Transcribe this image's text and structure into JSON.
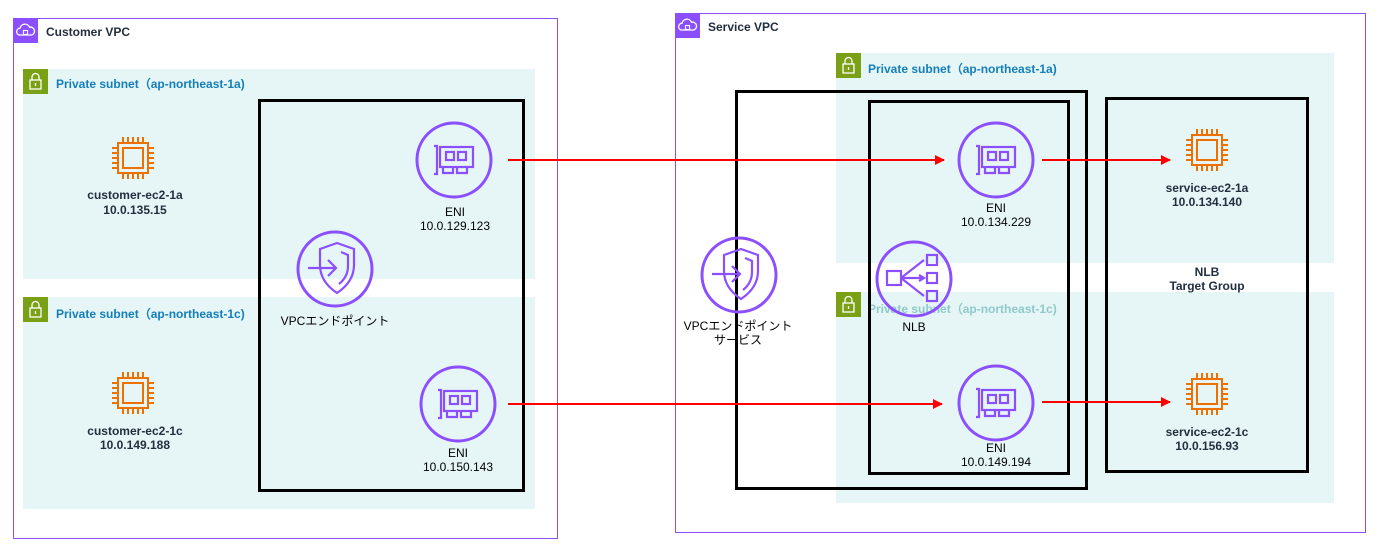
{
  "customer_vpc": {
    "title": "Customer VPC",
    "subnet_1a": "Private subnet（ap-northeast-1a)",
    "subnet_1c": "Private subnet（ap-northeast-1c)",
    "ec2_1a": {
      "name": "customer-ec2-1a",
      "ip": "10.0.135.15"
    },
    "ec2_1c": {
      "name": "customer-ec2-1c",
      "ip": "10.0.149.188"
    },
    "endpoint": {
      "label": "VPCエンドポイント"
    },
    "eni_1a": {
      "name": "ENI",
      "ip": "10.0.129.123"
    },
    "eni_1c": {
      "name": "ENI",
      "ip": "10.0.150.143"
    }
  },
  "service_vpc": {
    "title": "Service VPC",
    "subnet_1a": "Private subnet（ap-northeast-1a)",
    "subnet_1c": "Private subnet（ap-northeast-1c)",
    "endpoint_service": {
      "line1": "VPCエンドポイント",
      "line2": "サービス"
    },
    "nlb": {
      "label": "NLB"
    },
    "eni_1a": {
      "name": "ENI",
      "ip": "10.0.134.229"
    },
    "eni_1c": {
      "name": "ENI",
      "ip": "10.0.149.194"
    },
    "target_group": {
      "line1": "NLB",
      "line2": "Target Group"
    },
    "ec2_1a": {
      "name": "service-ec2-1a",
      "ip": "10.0.134.140"
    },
    "ec2_1c": {
      "name": "service-ec2-1c",
      "ip": "10.0.156.93"
    }
  },
  "colors": {
    "vpc_border": "#8c4fff",
    "subnet_fill": "#e6f6f7",
    "subnet_icon": "#7aa116",
    "subnet_text": "#147eba",
    "ec2_orange": "#ed7100",
    "endpoint_purple": "#8c4fff",
    "arrow_red": "#ff0000"
  },
  "icons": [
    "vpc-cloud-icon",
    "subnet-lock-icon",
    "ec2-instance-icon",
    "eni-icon",
    "vpc-endpoint-icon",
    "nlb-icon"
  ]
}
